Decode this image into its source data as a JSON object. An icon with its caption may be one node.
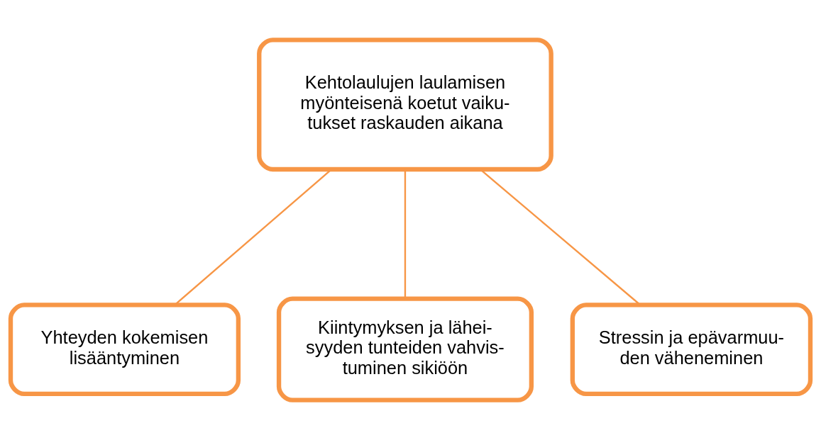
{
  "diagram": {
    "nodes": [
      {
        "text": [
          "Kehtolaulujen laulamisen myönteisenä koetut vaiku- tukset raskauden aikana"
        ]
      },
      {
        "text": [
          "Yhteyden kokemisen lisääntyminen"
        ]
      },
      {
        "text": [
          "Kiintymyksen ja lähei- syyden tunteiden vahvis- tuminen sikiöön"
        ]
      },
      {
        "text": [
          "Stressin ja epävarmuu- den väheneminen"
        ]
      }
    ],
    "edges": [
      {
        "from": 0,
        "to": 1,
        "arrow": "none"
      },
      {
        "from": 0,
        "to": 2,
        "arrow": "none"
      },
      {
        "from": 0,
        "to": 3,
        "arrow": "none"
      }
    ]
  }
}
